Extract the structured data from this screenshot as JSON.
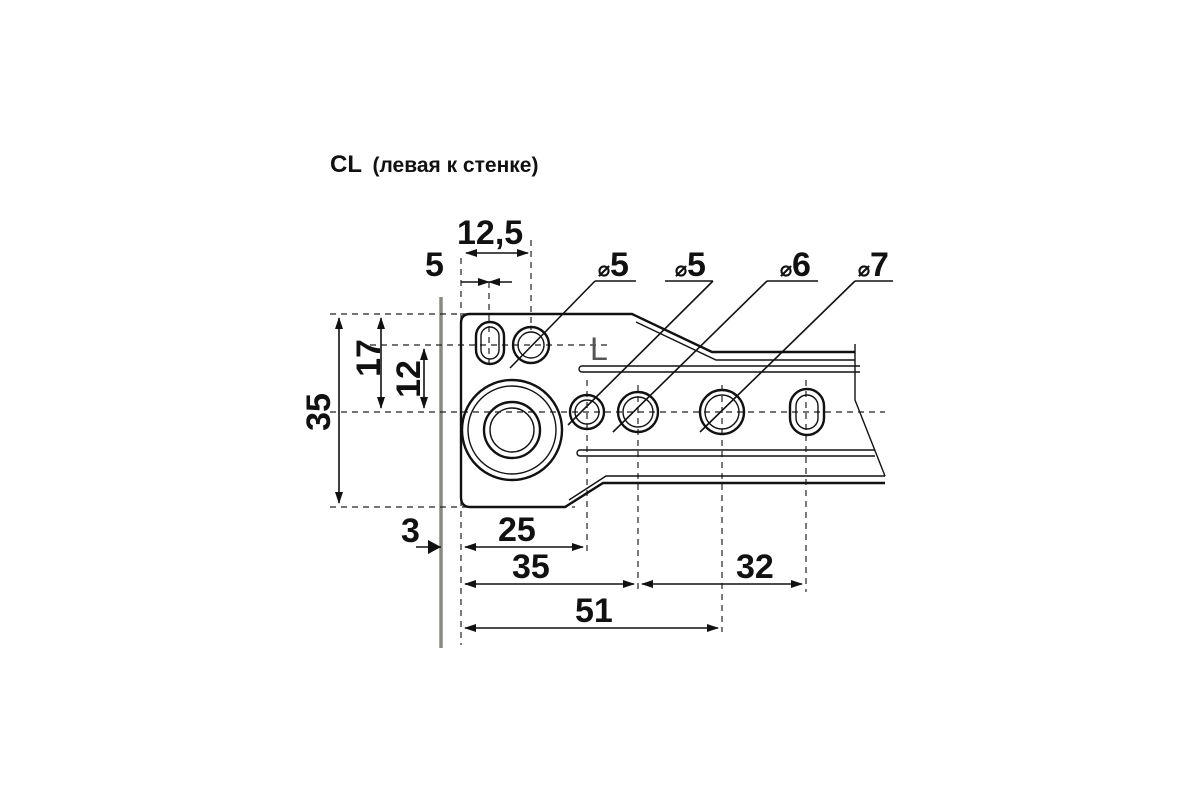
{
  "title": {
    "code": "CL",
    "text": "(левая к стенке)"
  },
  "part_marking": "L",
  "diameters": {
    "symbol": "⌀",
    "values": [
      "5",
      "5",
      "6",
      "7"
    ]
  },
  "dimensions": {
    "top_width": "12,5",
    "top_offset": "5",
    "height_total": "35",
    "height_upper": "17",
    "height_mid": "12",
    "wall_gap": "3",
    "h_25": "25",
    "h_35": "35",
    "h_32": "32",
    "h_51": "51"
  }
}
